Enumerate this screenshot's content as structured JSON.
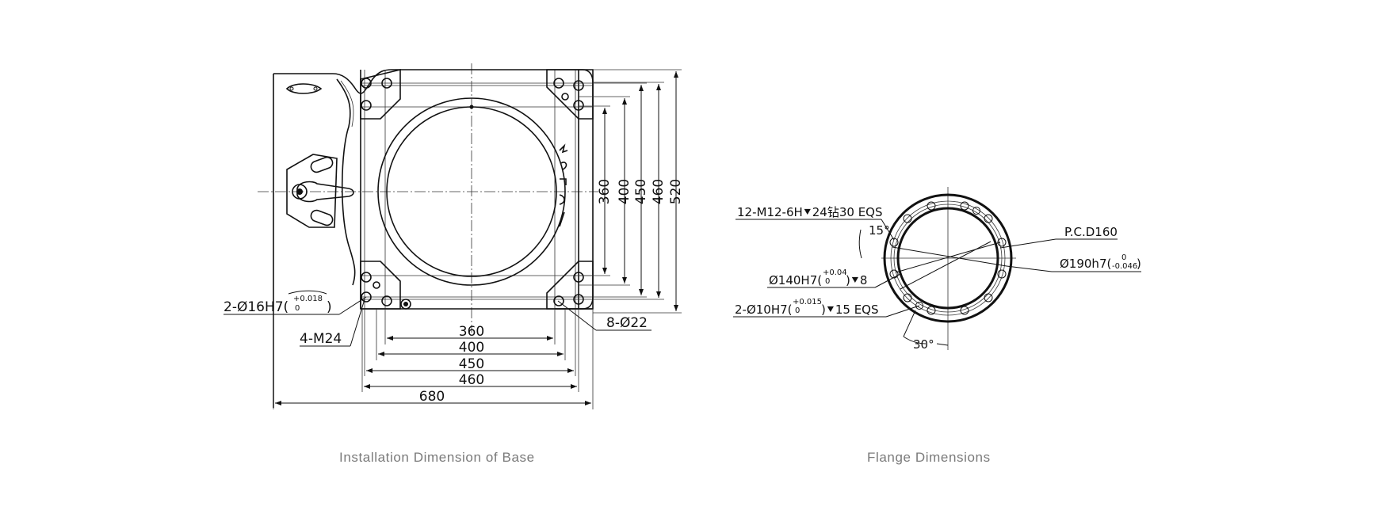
{
  "figures": {
    "base": {
      "caption": "Installation Dimension of Base",
      "horizontal_dims": [
        "360",
        "400",
        "450",
        "460",
        "680"
      ],
      "vertical_dims": [
        "360",
        "400",
        "450",
        "460",
        "520"
      ],
      "callouts": {
        "dowel": "2-Ø16H7(",
        "dowel_tol_upper": "+0.018",
        "dowel_tol_lower": "0",
        "dowel_close": ")",
        "thread": "4-M24",
        "holes": "8-Ø22"
      }
    },
    "flange": {
      "caption": "Flange Dimensions",
      "callouts": {
        "tapped": "12-M12-6H⯆24钻30 EQS",
        "angle_15": "15°",
        "pcd": "P.C.D160",
        "outer_dia": "Ø190h7(",
        "outer_tol_upper": "0",
        "outer_tol_lower": "-0.046",
        "outer_close": ")",
        "inner_dia": "Ø140H7(",
        "inner_tol_upper": "+0.04",
        "inner_tol_lower": "0",
        "inner_suffix": ")⯆8",
        "pins": "2-Ø10H7(",
        "pins_tol_upper": "+0.015",
        "pins_tol_lower": "0",
        "pins_suffix": ")⯆15 EQS",
        "angle_30": "30°"
      }
    }
  },
  "colors": {
    "line": "#111111",
    "caption": "#7a7a7a",
    "background": "#ffffff"
  }
}
